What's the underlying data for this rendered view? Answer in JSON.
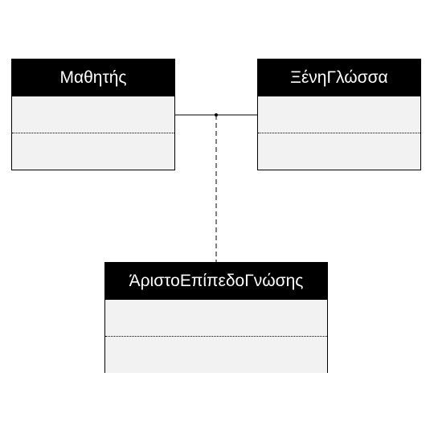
{
  "diagram": {
    "classes": [
      {
        "name": "Μαθητής",
        "attributes": [],
        "operations": []
      },
      {
        "name": "ΞένηΓλώσσα",
        "attributes": [],
        "operations": []
      },
      {
        "name": "ΆριστοΕπίπεδοΓνώσης",
        "attributes": [],
        "operations": []
      }
    ],
    "relations": [
      {
        "type": "association",
        "from": "Μαθητής",
        "to": "ΞένηΓλώσσα"
      },
      {
        "type": "association-class",
        "class": "ΆριστοΕπίπεδοΓνώσης",
        "link": "dashed"
      }
    ],
    "colors": {
      "header_background": "#000000",
      "header_text": "#ffffff",
      "body_background": "#f2f2f2",
      "line": "#000000"
    }
  }
}
